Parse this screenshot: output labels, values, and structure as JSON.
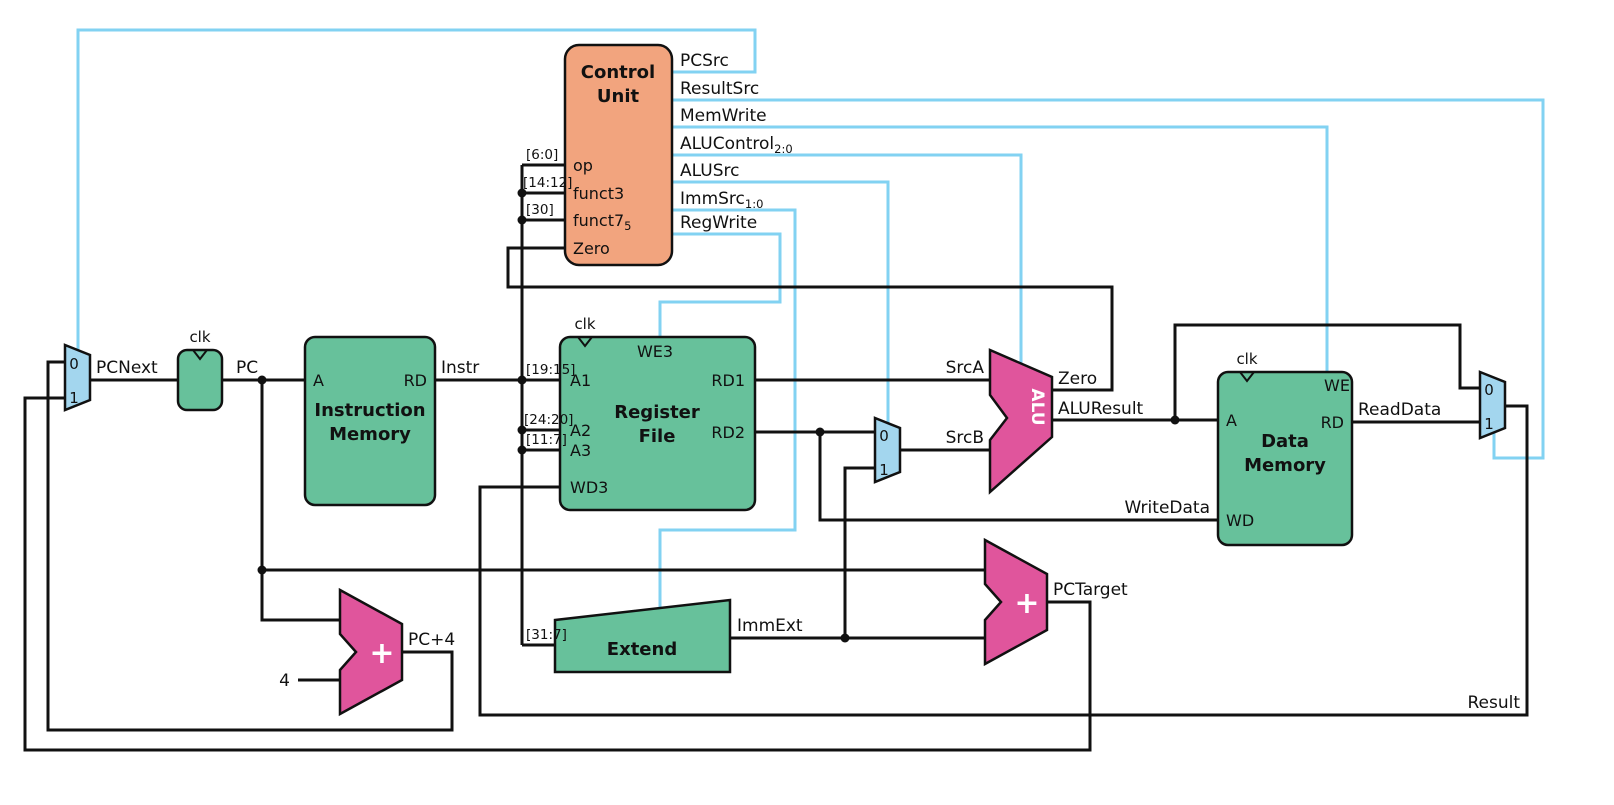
{
  "colors": {
    "block_green": "#67c19b",
    "block_orange": "#f2a47e",
    "block_pink": "#e0559c",
    "mux_blue": "#a3d6ee",
    "control_wire": "#82d2f2",
    "wire": "#111111"
  },
  "blocks": {
    "control_unit": {
      "title": [
        "Control",
        "Unit"
      ],
      "inputs": {
        "op": "op",
        "funct3": "funct3",
        "funct7": "funct7",
        "funct7_sub": "5",
        "zero": "Zero"
      },
      "outputs": {
        "pcsrc": "PCSrc",
        "resultsrc": "ResultSrc",
        "memwrite": "MemWrite",
        "alucontrol": "ALUControl",
        "alucontrol_sub": "2:0",
        "alusrc": "ALUSrc",
        "immsrc": "ImmSrc",
        "immsrc_sub": "1:0",
        "regwrite": "RegWrite"
      }
    },
    "pc_register": {
      "clk": "clk"
    },
    "instruction_memory": {
      "title": [
        "Instruction",
        "Memory"
      ],
      "pin_a": "A",
      "pin_rd": "RD"
    },
    "register_file": {
      "clk": "clk",
      "title": [
        "Register",
        "File"
      ],
      "pin_we3": "WE3",
      "pin_a1": "A1",
      "pin_a2": "A2",
      "pin_a3": "A3",
      "pin_wd3": "WD3",
      "pin_rd1": "RD1",
      "pin_rd2": "RD2"
    },
    "extend": {
      "title": "Extend"
    },
    "data_memory": {
      "clk": "clk",
      "title": [
        "Data",
        "Memory"
      ],
      "pin_we": "WE",
      "pin_a": "A",
      "pin_wd": "WD",
      "pin_rd": "RD"
    },
    "alu": {
      "label": "ALU"
    },
    "pc_adder": {
      "op": "+"
    },
    "branch_adder": {
      "op": "+"
    },
    "muxes": {
      "in0": "0",
      "in1": "1"
    }
  },
  "wire_labels": {
    "pcnext": "PCNext",
    "pc": "PC",
    "instr": "Instr",
    "pc_plus4": "PC+4",
    "four": "4",
    "srca": "SrcA",
    "srcb": "SrcB",
    "zero": "Zero",
    "aluresult": "ALUResult",
    "readdata": "ReadData",
    "writedata": "WriteData",
    "immext": "ImmExt",
    "pctarget": "PCTarget",
    "result": "Result"
  },
  "bit_slices": {
    "op": "[6:0]",
    "funct3": "[14:12]",
    "funct7": "[30]",
    "a1": "[19:15]",
    "a2": "[24:20]",
    "a3": "[11:7]",
    "imm": "[31:7]"
  }
}
